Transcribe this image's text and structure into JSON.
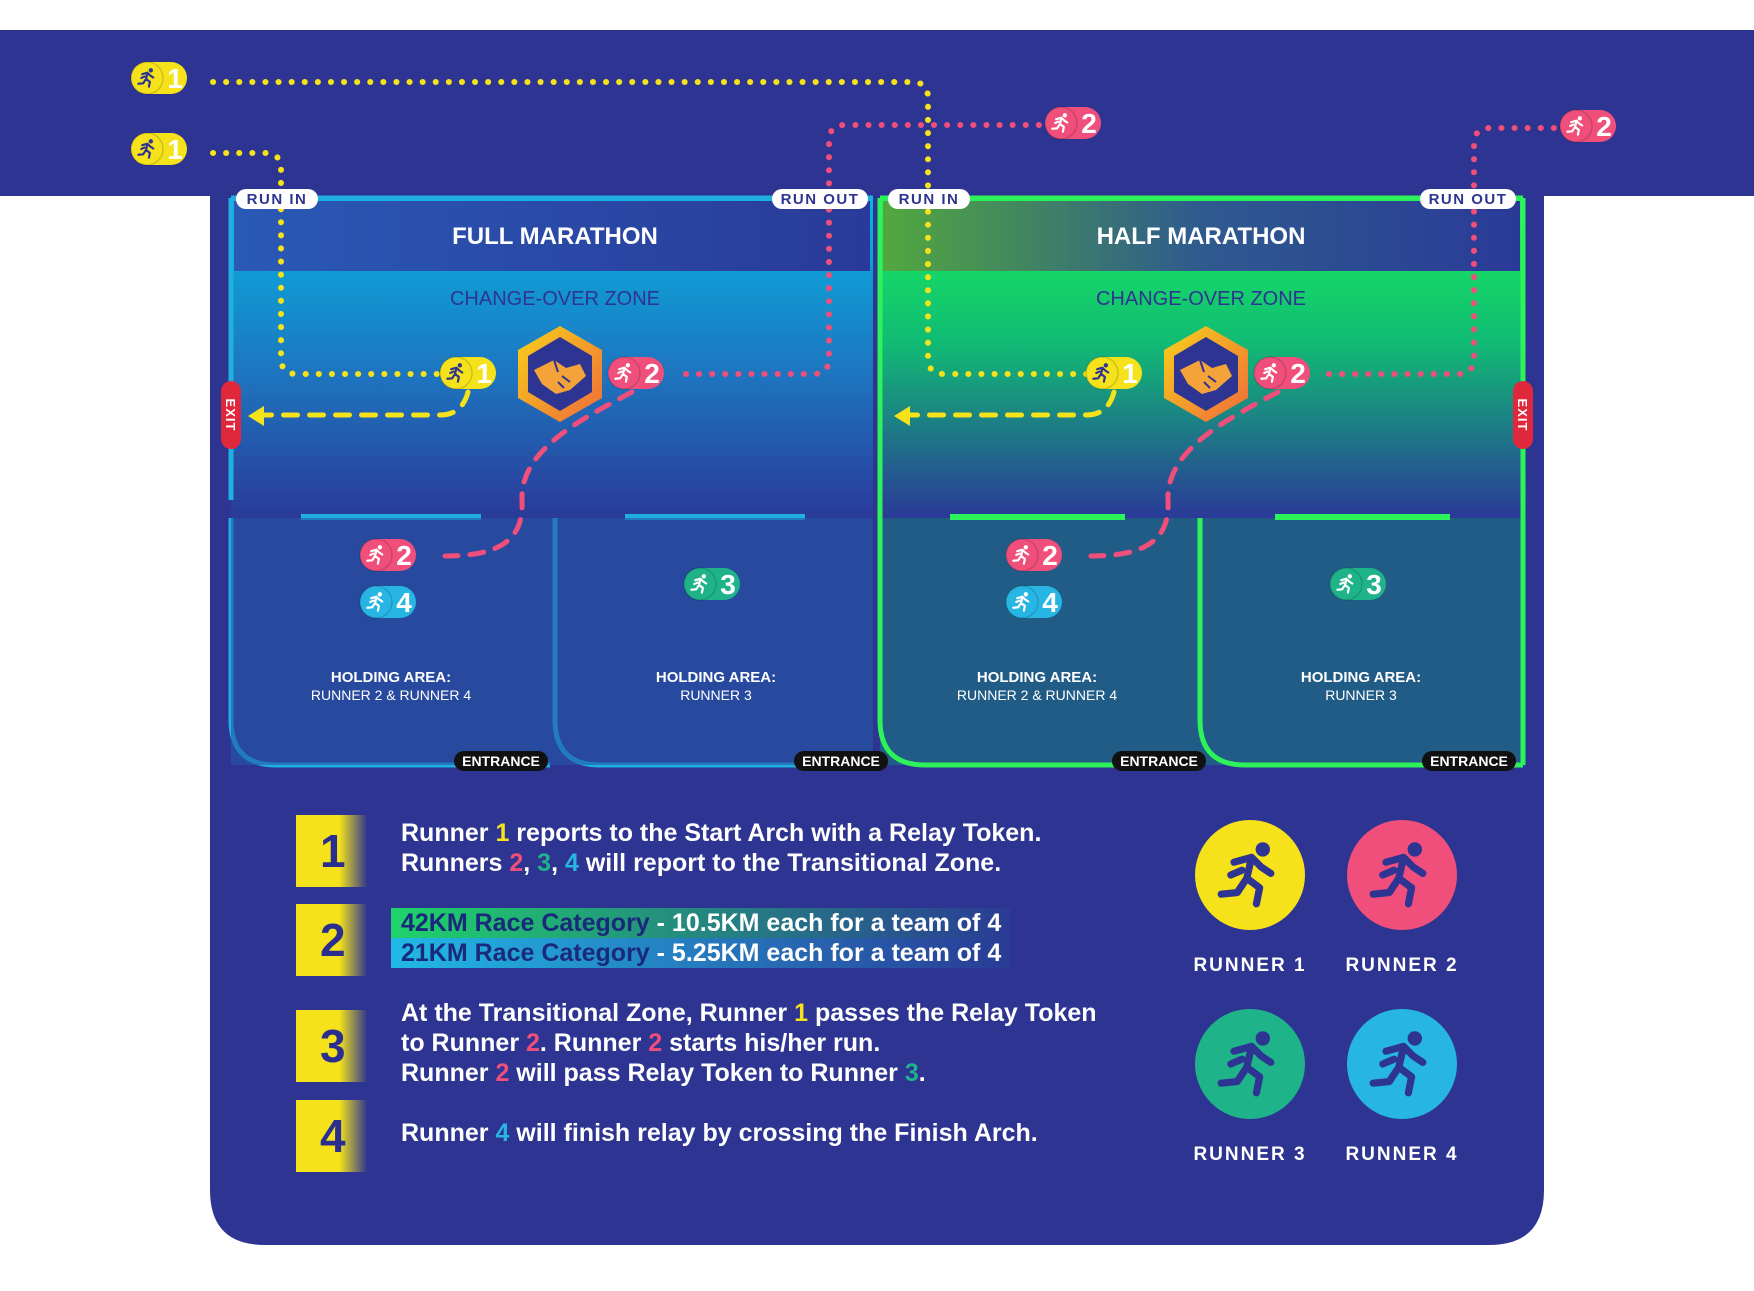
{
  "colors": {
    "navy": "#2e3491",
    "runner1": "#f5e21b",
    "runner2": "#ef4f7a",
    "runner3": "#1fb38a",
    "runner4": "#27b6e3",
    "full_border": "#1fb0e0",
    "half_border": "#2ef25a"
  },
  "zones": {
    "full": {
      "title": "FULL MARATHON",
      "subtitle": "CHANGE-OVER ZONE",
      "run_in": "RUN IN",
      "run_out": "RUN OUT",
      "exit": "EXIT",
      "holding_left_title": "HOLDING AREA:",
      "holding_left_sub": "RUNNER 2 & RUNNER 4",
      "holding_right_title": "HOLDING AREA:",
      "holding_right_sub": "RUNNER 3",
      "entrance": "ENTRANCE"
    },
    "half": {
      "title": "HALF MARATHON",
      "subtitle": "CHANGE-OVER ZONE",
      "run_in": "RUN IN",
      "run_out": "RUN OUT",
      "exit": "EXIT",
      "holding_left_title": "HOLDING AREA:",
      "holding_left_sub": "RUNNER 2 & RUNNER 4",
      "holding_right_title": "HOLDING AREA:",
      "holding_right_sub": "RUNNER 3",
      "entrance": "ENTRANCE"
    }
  },
  "badge_numbers": {
    "r1": "1",
    "r2": "2",
    "r3": "3",
    "r4": "4"
  },
  "icons": [
    "runner-icon",
    "handshake-icon"
  ],
  "steps": [
    {
      "num": "1",
      "l1a": "Runner ",
      "l1b": "1",
      "l1c": " reports to the Start Arch with a Relay Token.",
      "l2a": "Runners ",
      "l2b": "2",
      "l2c": ", ",
      "l2d": "3",
      "l2e": ", ",
      "l2f": "4",
      "l2g": " will report to the Transitional Zone."
    },
    {
      "num": "2",
      "h1a": "42KM Race Category",
      "h1b": " - 10.5KM each for a team of 4",
      "h2a": "21KM Race Category",
      "h2b": " - 5.25KM each for a team of 4"
    },
    {
      "num": "3",
      "l1a": "At the Transitional Zone, Runner ",
      "l1b": "1",
      "l1c": " passes the Relay Token",
      "l2a": "to Runner ",
      "l2b": "2",
      "l2c": ". Runner ",
      "l2d": "2",
      "l2e": " starts his/her run.",
      "l3a": "Runner ",
      "l3b": "2",
      "l3c": " will pass Relay Token to Runner ",
      "l3d": "3",
      "l3e": "."
    },
    {
      "num": "4",
      "l1a": "Runner ",
      "l1b": "4",
      "l1c": " will finish relay by crossing the Finish Arch."
    }
  ],
  "legend": [
    {
      "label": "RUNNER 1",
      "color": "#f5e21b"
    },
    {
      "label": "RUNNER 2",
      "color": "#ef4f7a"
    },
    {
      "label": "RUNNER 3",
      "color": "#1fb38a"
    },
    {
      "label": "RUNNER 4",
      "color": "#27b6e3"
    }
  ]
}
